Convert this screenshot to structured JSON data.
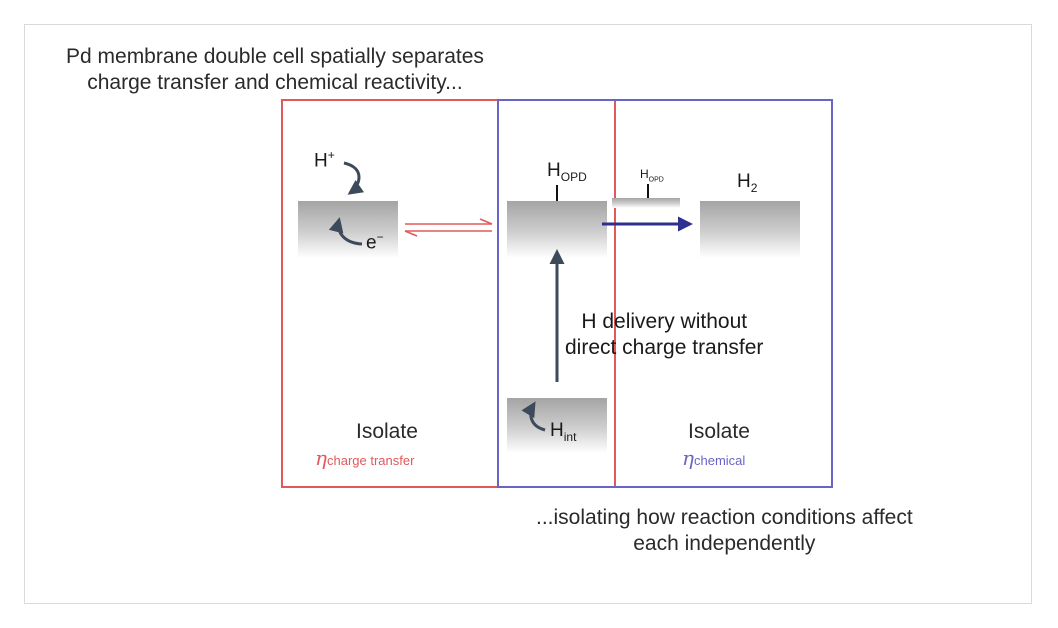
{
  "title": {
    "line1": "Pd membrane double cell spatially separates",
    "line2": "charge transfer and chemical reactivity..."
  },
  "footer": {
    "line1": "...isolating how reaction conditions affect",
    "line2": "each independently"
  },
  "center_note": {
    "line1": "H delivery without",
    "line2": "direct charge transfer"
  },
  "left_cell": {
    "isolate": "Isolate",
    "eta_symbol": "η",
    "eta_sub": "charge transfer"
  },
  "right_cell": {
    "isolate": "Isolate",
    "eta_symbol": "η",
    "eta_sub": "chemical"
  },
  "species": {
    "h_plus": {
      "base": "H",
      "sup": "+"
    },
    "electron": {
      "base": "e",
      "sup": "−"
    },
    "h_opd_1": {
      "base": "H",
      "sub": "OPD"
    },
    "h_opd_2": {
      "base": "H",
      "sub": "OPD"
    },
    "h2": {
      "base": "H",
      "sub": "2"
    },
    "h_int": {
      "base": "H",
      "sub": "int"
    }
  },
  "colors": {
    "red": "#e05a5a",
    "purple": "#6a65c4",
    "arrow_dark": "#3d4a5c",
    "arrow_blue": "#2e2f8f",
    "gray": "#a9a9a9"
  }
}
